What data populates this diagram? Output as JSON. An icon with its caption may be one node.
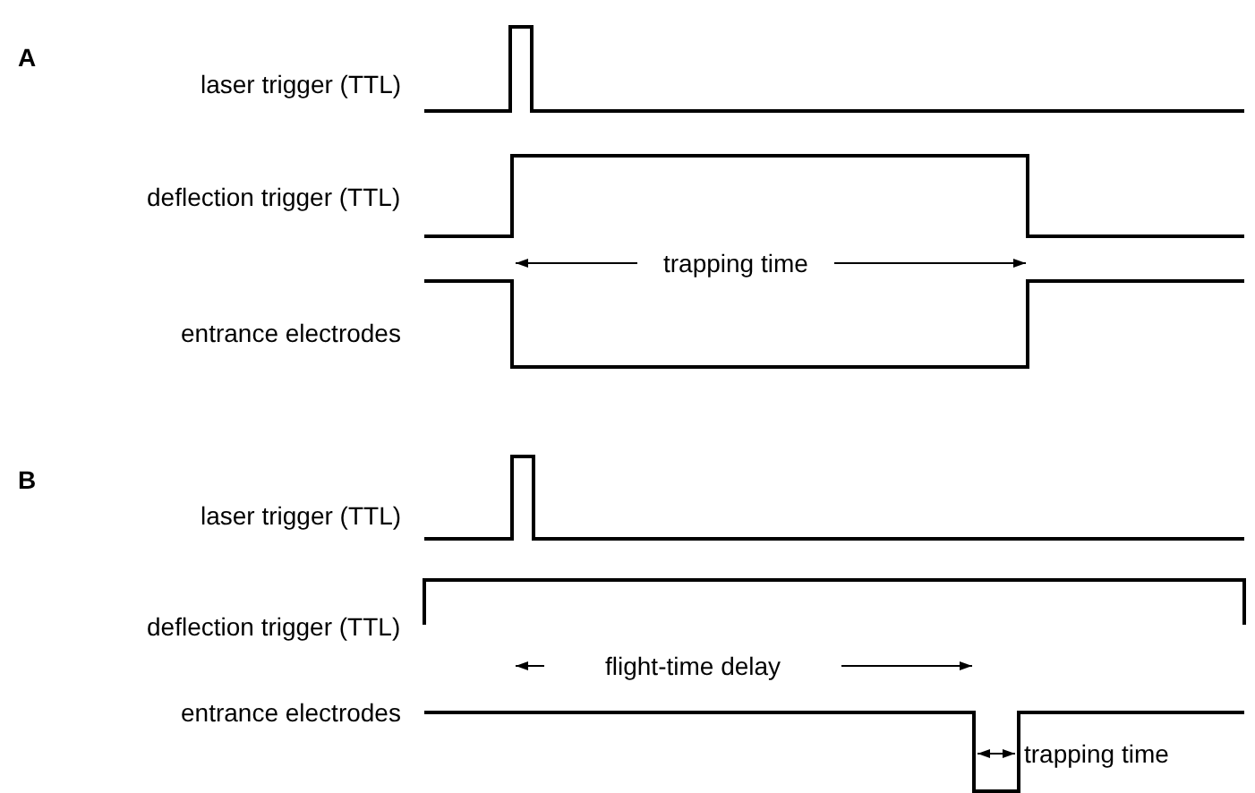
{
  "diagram": {
    "labels": [
      "A",
      "laser trigger (TTL)",
      "deflection trigger (TTL)",
      "trapping time",
      "entrance electrodes",
      "B",
      "laser trigger (TTL)",
      "deflection trigger (TTL)",
      "flight-time delay",
      "entrance electrodes",
      "trapping time"
    ]
  }
}
